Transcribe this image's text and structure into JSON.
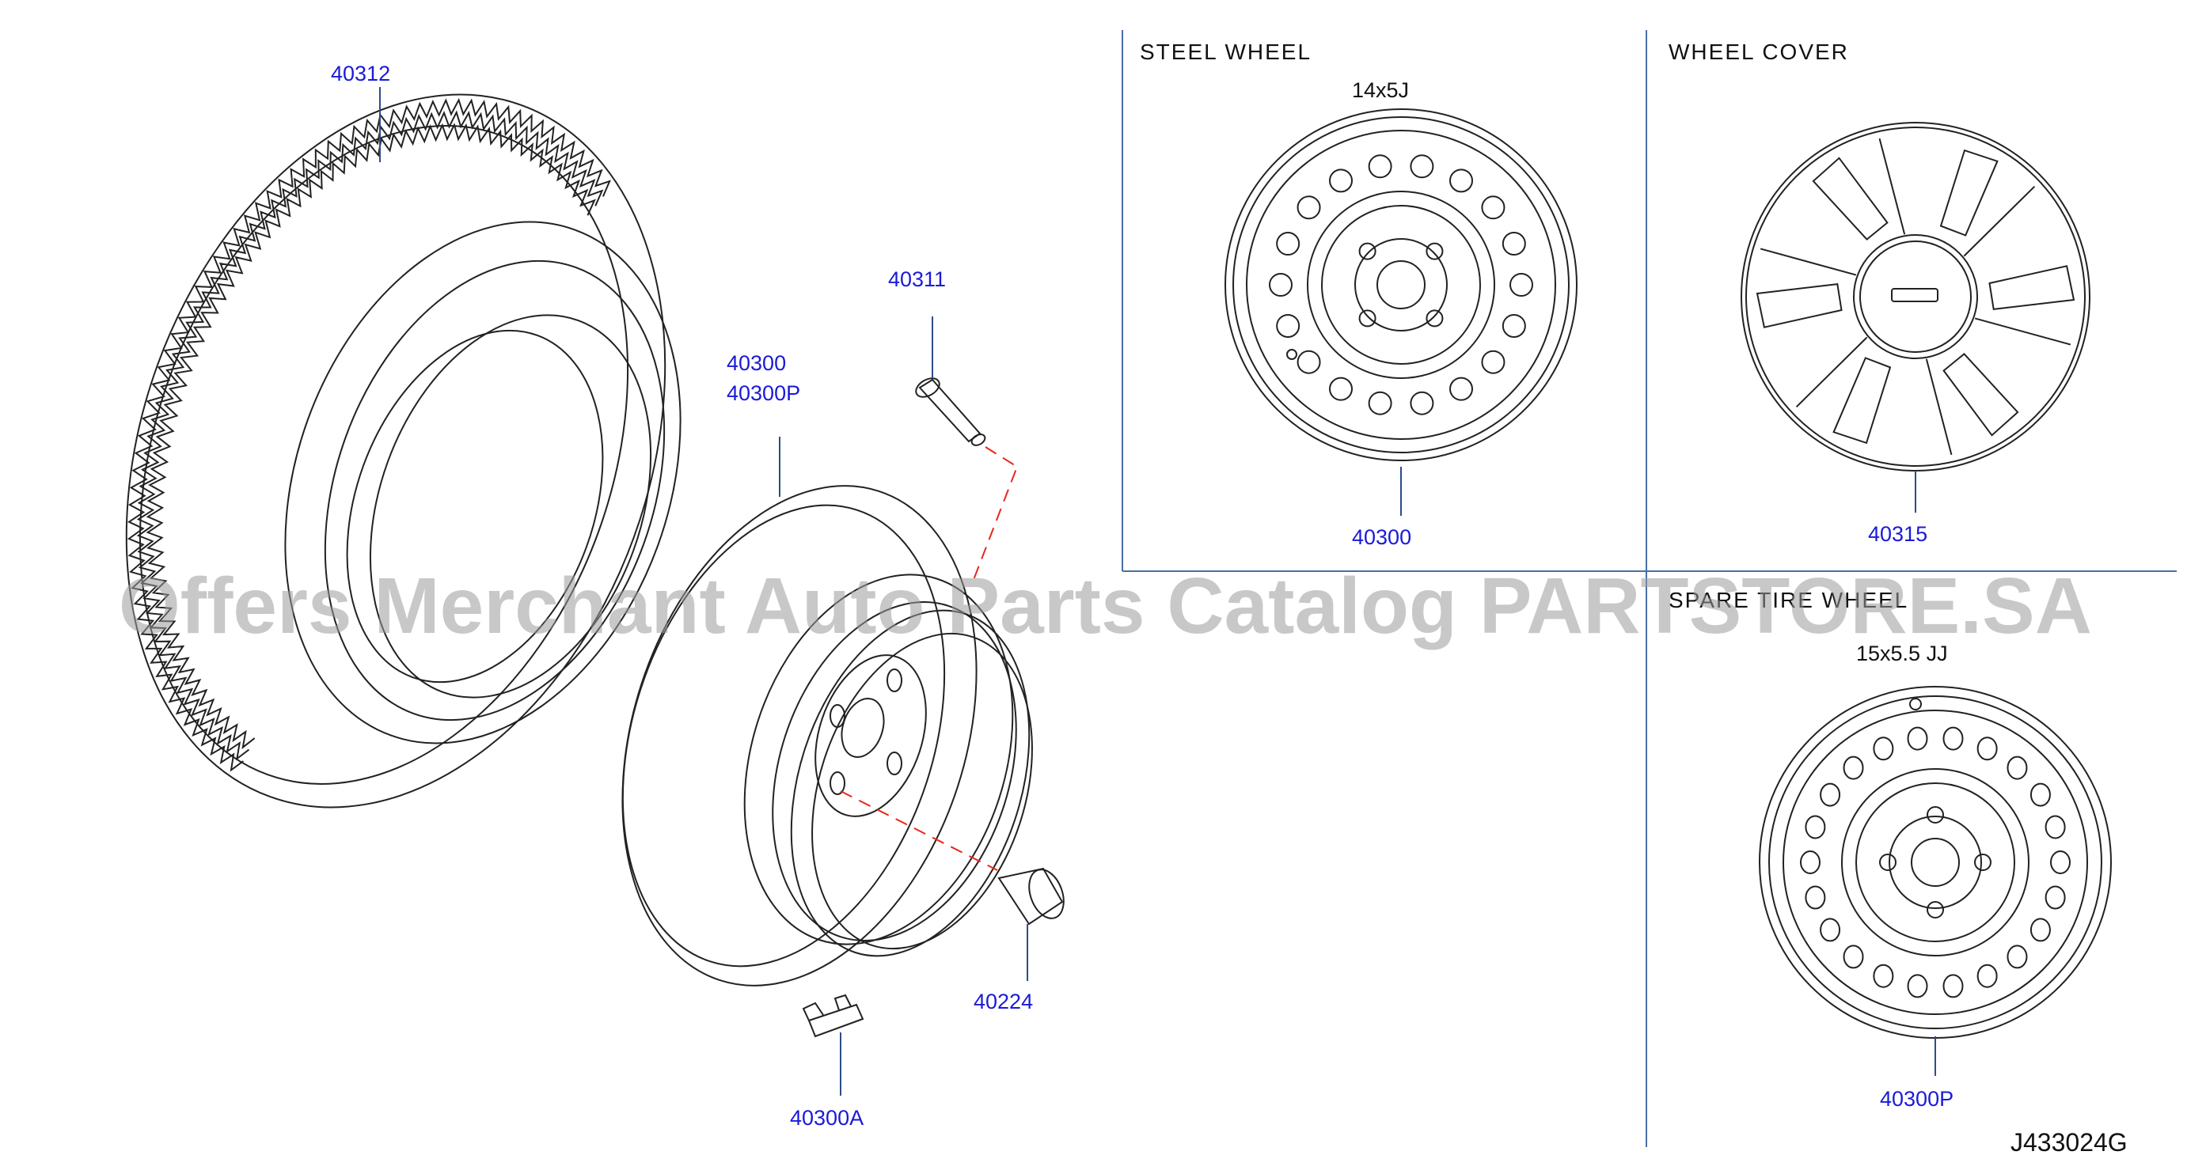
{
  "diagram": {
    "sections": {
      "steel_wheel": {
        "title": "STEEL   WHEEL",
        "spec": "14x5J",
        "part": "40300"
      },
      "wheel_cover": {
        "title": "WHEEL   COVER",
        "part": "40315"
      },
      "spare_tire_wheel": {
        "title": "SPARE   TIRE   WHEEL",
        "spec": "15x5.5   JJ",
        "part": "40300P"
      }
    },
    "parts": {
      "tire": "40312",
      "valve": "40311",
      "wheel": "40300",
      "wheel_alt": "40300P",
      "nut_cap": "40224",
      "balance_weight": "40300A"
    },
    "diagram_code": "J433024G",
    "watermark": "Offers Merchant Auto Parts Catalog PARTSTORE.SA",
    "colors": {
      "label": "#1a1ad9",
      "frame": "#4a6fa5",
      "guide": "#e8261c"
    }
  }
}
